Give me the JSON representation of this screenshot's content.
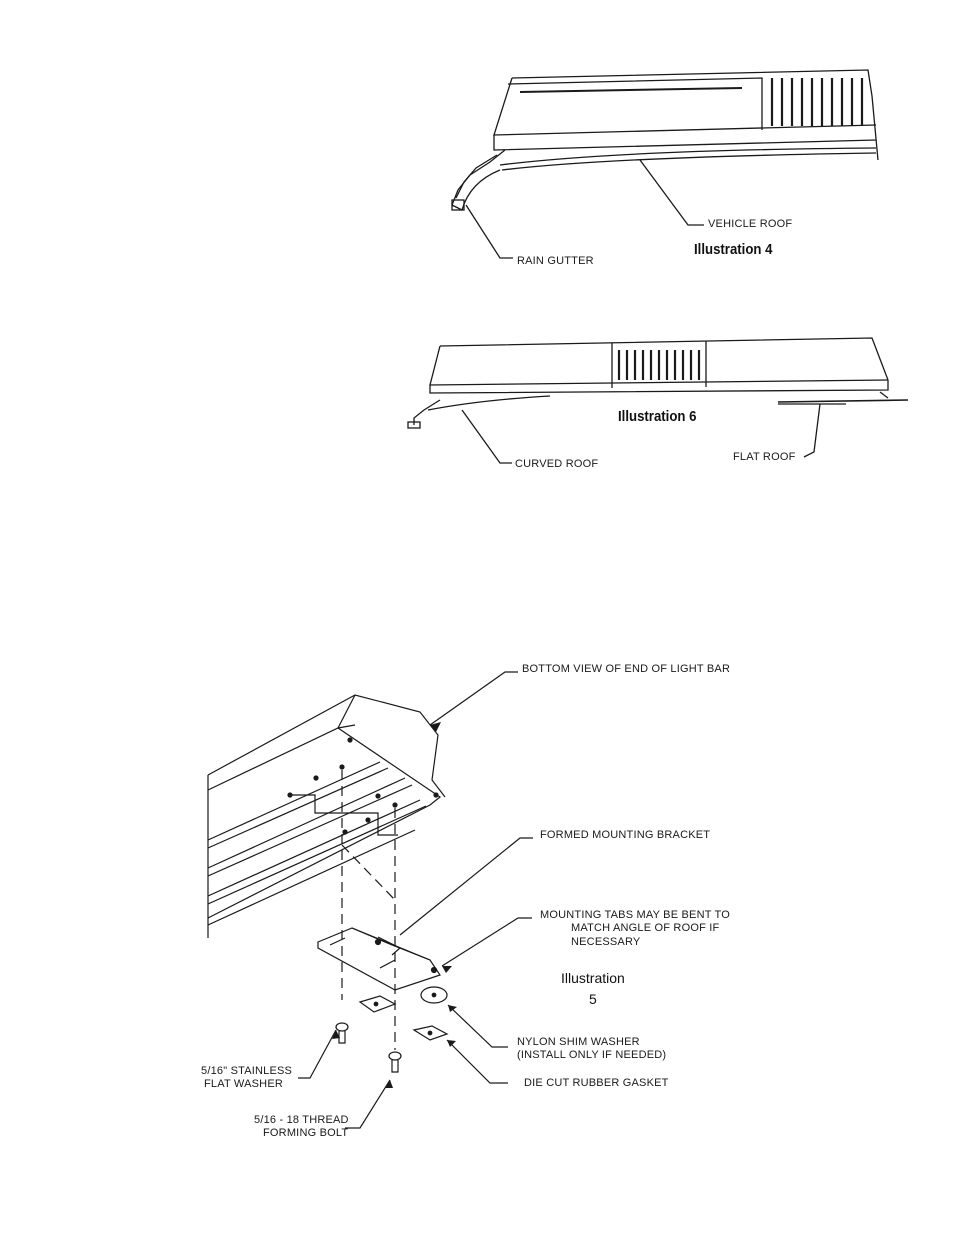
{
  "illustration4": {
    "title": "Illustration 4",
    "vehicle_roof": "VEHICLE ROOF",
    "rain_gutter": "RAIN GUTTER"
  },
  "illustration6": {
    "title": "Illustration 6",
    "curved_roof": "CURVED ROOF",
    "flat_roof": "FLAT ROOF"
  },
  "illustration5": {
    "title_line1": "Illustration",
    "title_line2": "5",
    "bottom_view": "BOTTOM VIEW OF END OF LIGHT BAR",
    "formed_bracket": "FORMED MOUNTING BRACKET",
    "tabs_line1": "MOUNTING TABS MAY BE BENT TO",
    "tabs_line2": "MATCH ANGLE OF ROOF IF",
    "tabs_line3": "NECESSARY",
    "nylon_line1": "NYLON SHIM WASHER",
    "nylon_line2": "(INSTALL ONLY IF NEEDED)",
    "gasket": "DIE CUT RUBBER GASKET",
    "washer_line1": "5/16\" STAINLESS",
    "washer_line2": "FLAT WASHER",
    "bolt_line1": "5/16 - 18 THREAD",
    "bolt_line2": "FORMING BOLT"
  }
}
